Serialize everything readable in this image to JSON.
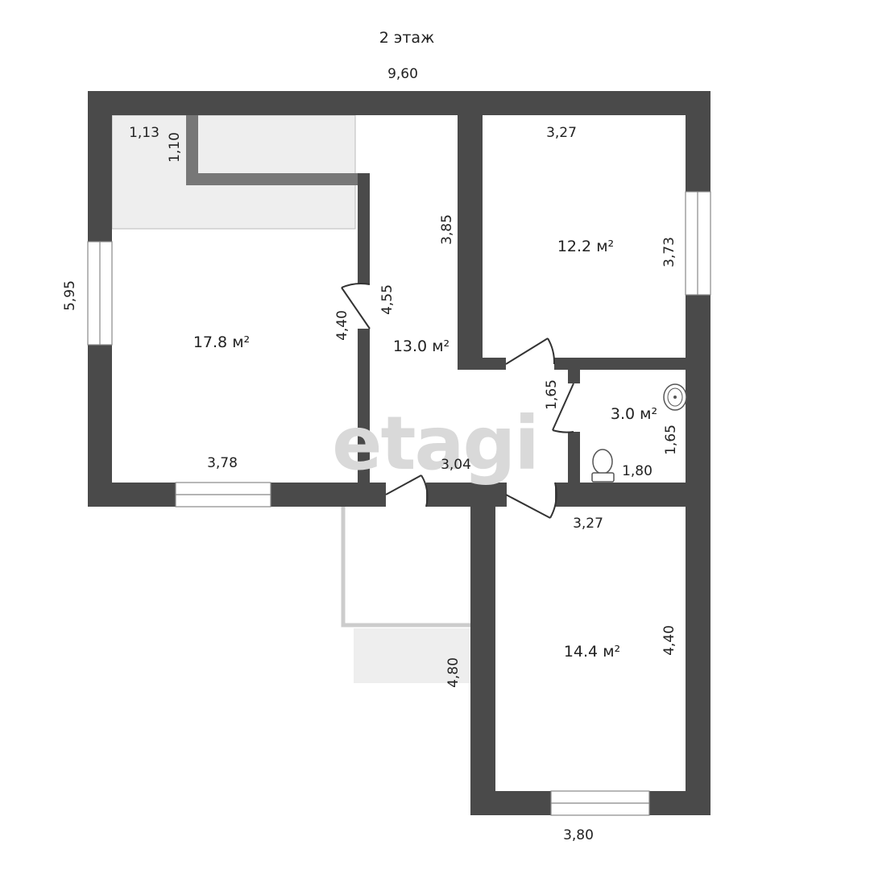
{
  "floor_title": "2 этаж",
  "watermark": "etagi",
  "unit_suffix": "м²",
  "rooms": [
    {
      "id": "bedroom-left",
      "area": "17.8"
    },
    {
      "id": "hall",
      "area": "13.0"
    },
    {
      "id": "bedroom-top-right",
      "area": "12.2"
    },
    {
      "id": "bathroom",
      "area": "3.0"
    },
    {
      "id": "bedroom-bottom-right",
      "area": "14.4"
    }
  ],
  "dimensions": {
    "top_total": "9,60",
    "left_total": "5,95",
    "niche_width": "1,13",
    "niche_depth": "1,10",
    "left_room_bottom": "3,78",
    "left_room_inner": "4,40",
    "hall_side": "4,55",
    "hall_top": "3,85",
    "hall_bottom": "3,04",
    "tr_room_top": "3,27",
    "tr_room_right": "3,73",
    "bath_left": "1,65",
    "bath_right": "1,65",
    "bath_bottom": "1,80",
    "br_room_top": "3,27",
    "br_room_right": "4,40",
    "br_room_bottom": "3,80",
    "balcony": "4,80"
  }
}
